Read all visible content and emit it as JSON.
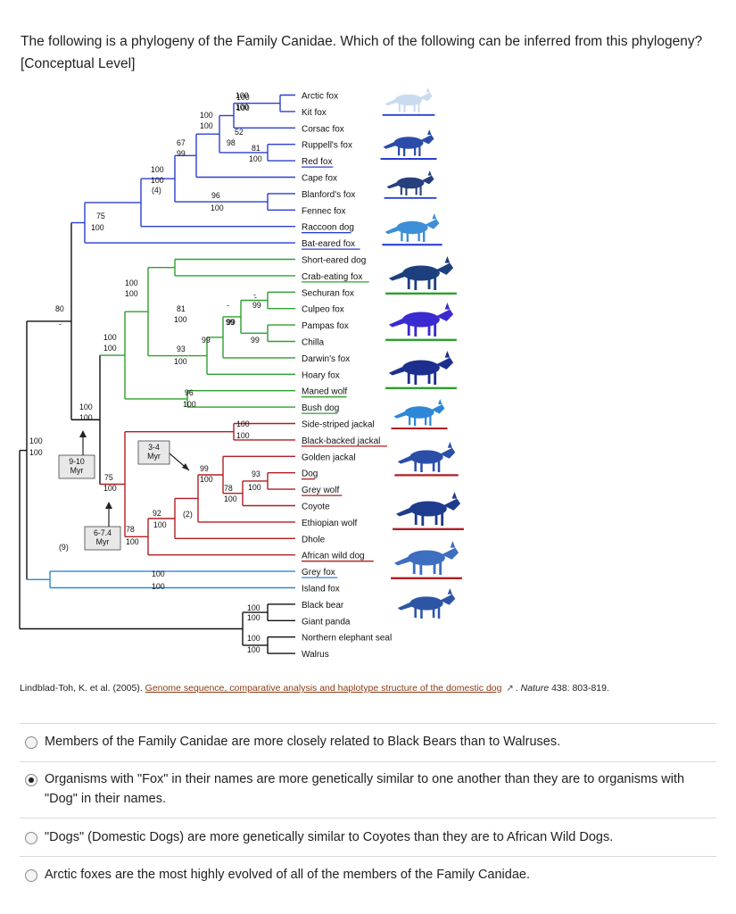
{
  "question": {
    "text": "The following is a phylogeny of the Family Canidae. Which of the following can be inferred from this phylogeny? [Conceptual Level]"
  },
  "tree": {
    "taxa": [
      {
        "name": "Arctic fox",
        "underline": false
      },
      {
        "name": "Kit fox",
        "underline": false
      },
      {
        "name": "Corsac fox",
        "underline": false
      },
      {
        "name": "Ruppell's fox",
        "underline": false
      },
      {
        "name": "Red fox",
        "underline": true
      },
      {
        "name": "Cape fox",
        "underline": false
      },
      {
        "name": "Blanford's fox",
        "underline": false
      },
      {
        "name": "Fennec fox",
        "underline": false
      },
      {
        "name": "Raccoon dog",
        "underline": true
      },
      {
        "name": "Bat-eared fox",
        "underline": true
      },
      {
        "name": "Short-eared dog",
        "underline": false
      },
      {
        "name": "Crab-eating fox",
        "underline": true
      },
      {
        "name": "Sechuran fox",
        "underline": false
      },
      {
        "name": "Culpeo fox",
        "underline": false
      },
      {
        "name": "Pampas fox",
        "underline": false
      },
      {
        "name": "Chilla",
        "underline": false
      },
      {
        "name": "Darwin's fox",
        "underline": false
      },
      {
        "name": "Hoary fox",
        "underline": false
      },
      {
        "name": "Maned wolf",
        "underline": true
      },
      {
        "name": "Bush dog",
        "underline": true
      },
      {
        "name": "Side-striped jackal",
        "underline": false
      },
      {
        "name": "Black-backed jackal",
        "underline": true
      },
      {
        "name": "Golden jackal",
        "underline": false
      },
      {
        "name": "Dog",
        "underline": true
      },
      {
        "name": "Grey wolf",
        "underline": true
      },
      {
        "name": "Coyote",
        "underline": false
      },
      {
        "name": "Ethiopian wolf",
        "underline": false
      },
      {
        "name": "Dhole",
        "underline": false
      },
      {
        "name": "African wild dog",
        "underline": true
      },
      {
        "name": "Grey fox",
        "underline": true
      },
      {
        "name": "Island fox",
        "underline": false
      },
      {
        "name": "Black bear",
        "underline": false
      },
      {
        "name": "Giant panda",
        "underline": false
      },
      {
        "name": "Northern elephant seal",
        "underline": false
      },
      {
        "name": "Walrus",
        "underline": false
      }
    ],
    "support_labels": [
      "100",
      "100",
      "100",
      "100",
      "52",
      "98",
      "67",
      "99",
      "81",
      "100",
      "100",
      "100",
      "(4)",
      "96",
      "100",
      "75",
      "100",
      "100",
      "100",
      "81",
      "100",
      "-",
      "99",
      "99",
      "99",
      "99",
      "93",
      "100",
      "-",
      "99",
      "80",
      "-",
      "100",
      "100",
      "96",
      "100",
      "100",
      "100",
      "100",
      "100",
      "75",
      "100",
      "100",
      "100",
      "99",
      "100",
      "78",
      "100",
      "93",
      "100",
      "92",
      "(2)",
      "100",
      "78",
      "100",
      "(9)",
      "100",
      "100",
      "100",
      "100",
      "100",
      "100",
      "100",
      "100",
      "-"
    ],
    "time_labels": {
      "myr_3_4": [
        "3-4",
        "Myr"
      ],
      "myr_9_10": [
        "9-10",
        "Myr"
      ],
      "myr_6_7": [
        "6-7.4",
        "Myr"
      ]
    },
    "colors": {
      "blue": "#2a3fd0",
      "green": "#2ca02c",
      "red": "#b01e23",
      "cyan": "#2d87d6",
      "black": "#111111"
    }
  },
  "citation": {
    "prefix": "Lindblad-Toh, K. et al. (2005). ",
    "link_text": "Genome sequence, comparative analysis and haplotype structure of the domestic dog",
    "ext_icon": "↗",
    "journal": "Nature",
    "ref": " 438: 803-819."
  },
  "options": [
    {
      "text": "Members of the Family Canidae are more closely related to Black Bears than to Walruses.",
      "selected": false
    },
    {
      "text": "Organisms with \"Fox\" in their names are more genetically similar to one another than they are to organisms with \"Dog\" in their names.",
      "selected": true
    },
    {
      "text": "\"Dogs\" (Domestic Dogs) are more genetically similar to Coyotes than they are to African Wild Dogs.",
      "selected": false
    },
    {
      "text": "Arctic foxes are the most highly evolved of all of the members of the Family Canidae.",
      "selected": false
    }
  ]
}
